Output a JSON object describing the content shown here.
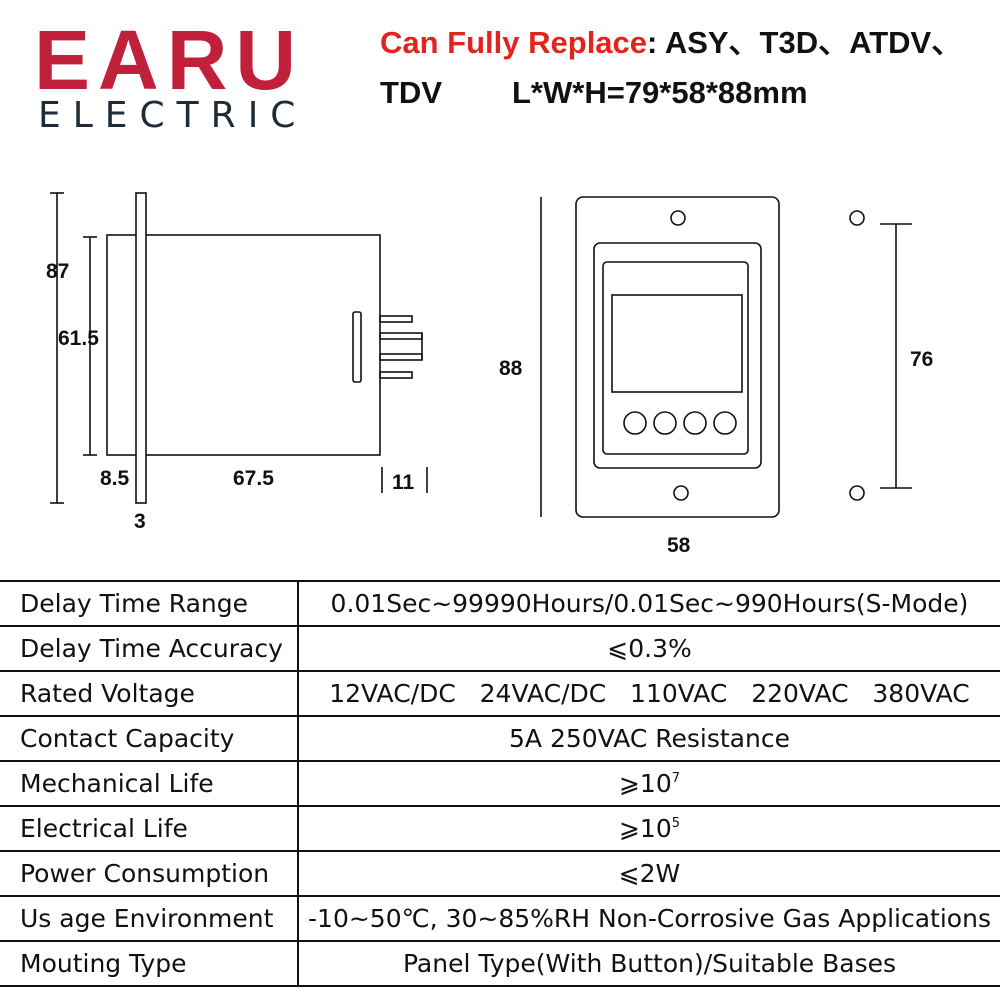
{
  "logo": {
    "brand": "EARU",
    "sub": "ELECTRIC",
    "color": "#c1203b"
  },
  "header": {
    "replace_label": "Can Fully Replace",
    "replace_models": ": ASY、T3D、ATDV、",
    "model_tdv": "TDV",
    "dimensions": "L*W*H=79*58*88mm",
    "accent_color": "#e1251b"
  },
  "drawing": {
    "side": {
      "d87": "87",
      "d615": "61.5",
      "d85": "8.5",
      "d675": "67.5",
      "d11": "11",
      "d3": "3"
    },
    "front": {
      "d88": "88",
      "d58": "58"
    },
    "mount": {
      "d76": "76"
    }
  },
  "specs": [
    {
      "label": "Delay Time Range",
      "value": "0.01Sec~99990Hours/0.01Sec~990Hours(S-Mode)"
    },
    {
      "label": "Delay Time Accuracy",
      "value": "⩽0.3%"
    },
    {
      "label": "Rated Voltage",
      "value": "12VAC/DC   24VAC/DC   110VAC   220VAC   380VAC"
    },
    {
      "label": "Contact Capacity",
      "value": "5A 250VAC Resistance"
    },
    {
      "label": "Mechanical Life",
      "value": "⩾10",
      "sup": "7"
    },
    {
      "label": "Electrical Life",
      "value": "⩾10",
      "sup": "5"
    },
    {
      "label": "Power Consumption",
      "value": "⩽2W"
    },
    {
      "label": "Us age Environment",
      "value": "-10~50℃, 30~85%RH Non-Corrosive Gas Applications"
    },
    {
      "label": "Mouting Type",
      "value": "Panel Type(With Button)/Suitable Bases"
    }
  ]
}
